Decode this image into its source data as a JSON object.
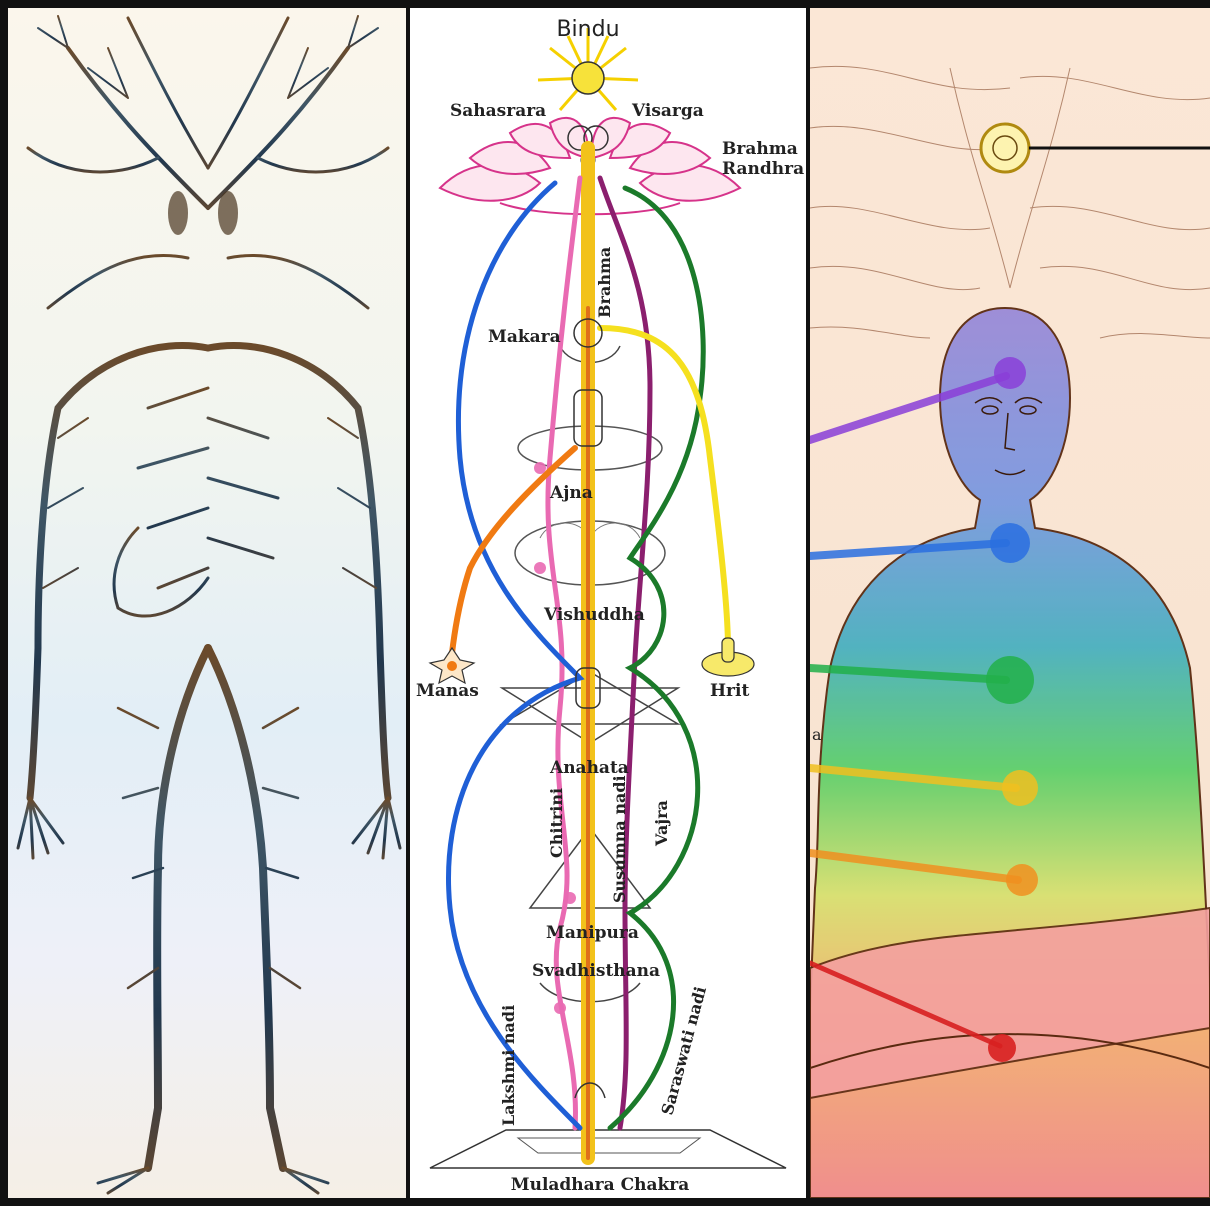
{
  "labels": {
    "bindu": "Bindu",
    "sahasrara": "Sahasrara",
    "visarga": "Visarga",
    "brahma_randhra_1": "Brahma",
    "brahma_randhra_2": "Randhra",
    "brahma": "Brahma",
    "makara": "Makara",
    "ajna": "Ajna",
    "vishuddha": "Vishuddha",
    "manas": "Manas",
    "hrit": "Hrit",
    "anahata": "Anahata",
    "chitrini": "Chitrini",
    "susumna": "Susumna nadi",
    "vajra": "Vajra",
    "manipura": "Manipura",
    "svadhisthana": "Svadhisthana",
    "lakshmi": "Lakshmi nadi",
    "saraswati": "Saraswati nadi",
    "muladhara": "Muladhara Chakra",
    "edge_letter": "a"
  },
  "colors": {
    "susumna": "#f2c21b",
    "brahma_core": "#e0701a",
    "chitrini": "#e96ab2",
    "vajra": "#8b1f6e",
    "lakshmi": "#1f5fd6",
    "saraswati": "#1b7a2a",
    "yellow_nadi": "#f5e01f",
    "manas_nadi": "#f07a12",
    "lotus": "#d6338a",
    "chakra_crown": "#8a3fd8",
    "chakra_third_eye": "#6b3fc8",
    "chakra_throat": "#2a6fe0",
    "chakra_heart": "#22b04a",
    "chakra_solar": "#f0c020",
    "chakra_sacral": "#f09020",
    "chakra_root": "#d82020"
  }
}
